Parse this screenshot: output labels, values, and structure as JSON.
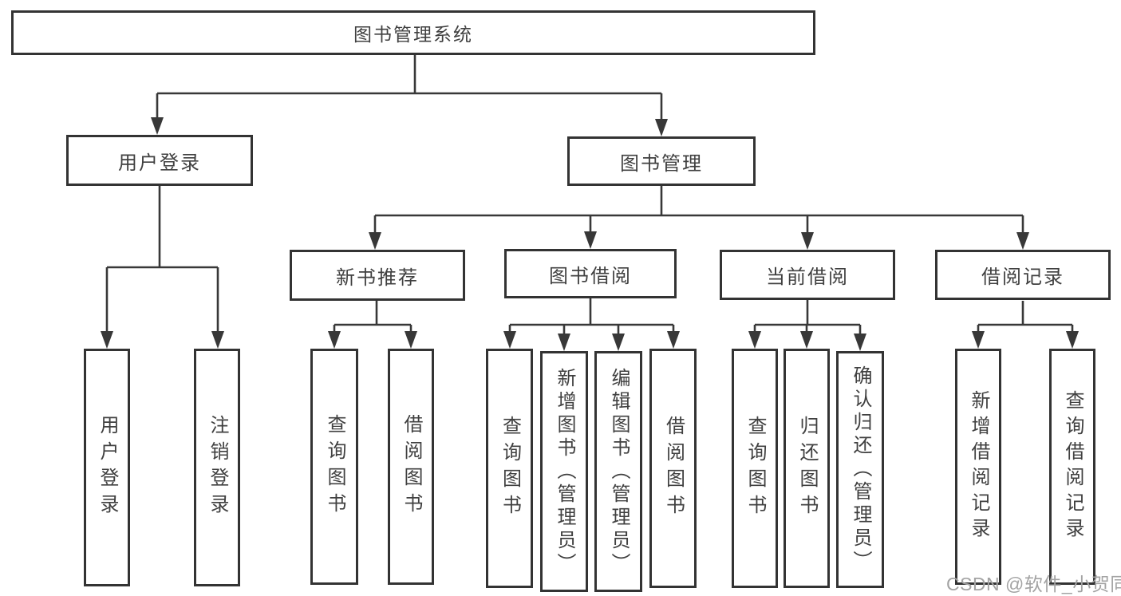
{
  "tree": {
    "root": {
      "label": "图书管理系统"
    },
    "branches": [
      {
        "label": "用户登录",
        "children": [
          {
            "label": "用户登录"
          },
          {
            "label": "注销登录"
          }
        ]
      },
      {
        "label": "图书管理",
        "children": [
          {
            "label": "新书推荐",
            "children": [
              {
                "label": "查询图书"
              },
              {
                "label": "借阅图书"
              }
            ]
          },
          {
            "label": "图书借阅",
            "children": [
              {
                "label": "查询图书"
              },
              {
                "label": "新增图书（管理员）"
              },
              {
                "label": "编辑图书（管理员）"
              },
              {
                "label": "借阅图书"
              }
            ]
          },
          {
            "label": "当前借阅",
            "children": [
              {
                "label": "查询图书"
              },
              {
                "label": "归还图书"
              },
              {
                "label": "确认归还（管理员）"
              }
            ]
          },
          {
            "label": "借阅记录",
            "children": [
              {
                "label": "新增借阅记录"
              },
              {
                "label": "查询借阅记录"
              }
            ]
          }
        ]
      }
    ]
  },
  "watermark": {
    "text": "CSDN @软件_小贺同学"
  },
  "colors": {
    "line": "#383838",
    "box_border": "#333333",
    "text": "#404040",
    "watermark": "#a3a3a3",
    "background": "#ffffff"
  }
}
